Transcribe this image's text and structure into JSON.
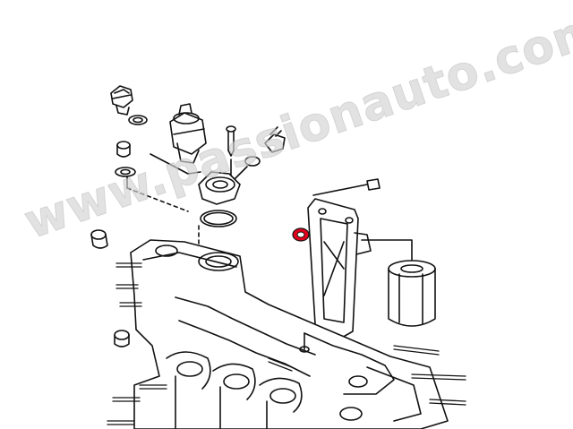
{
  "diagram": {
    "watermark_text": "www.passionauto.com",
    "colors": {
      "line": "#111111",
      "highlight": "#e3001b",
      "watermark": "#d4d4d4"
    },
    "parts": [
      {
        "name": "banjo-bolt",
        "highlighted": false
      },
      {
        "name": "sealing-washer",
        "highlighted": false
      },
      {
        "name": "oil-pressure-switch",
        "highlighted": false
      },
      {
        "name": "screw-plug",
        "highlighted": false
      },
      {
        "name": "oil-filter-console",
        "highlighted": false
      },
      {
        "name": "o-ring",
        "highlighted": false
      },
      {
        "name": "oil-temperature-sensor",
        "highlighted": false
      },
      {
        "name": "console-bolt",
        "highlighted": false
      },
      {
        "name": "console-seal-ring",
        "highlighted": true
      },
      {
        "name": "support-bracket",
        "highlighted": false
      },
      {
        "name": "oil-filter",
        "highlighted": false
      },
      {
        "name": "crankcase",
        "highlighted": false
      }
    ]
  }
}
